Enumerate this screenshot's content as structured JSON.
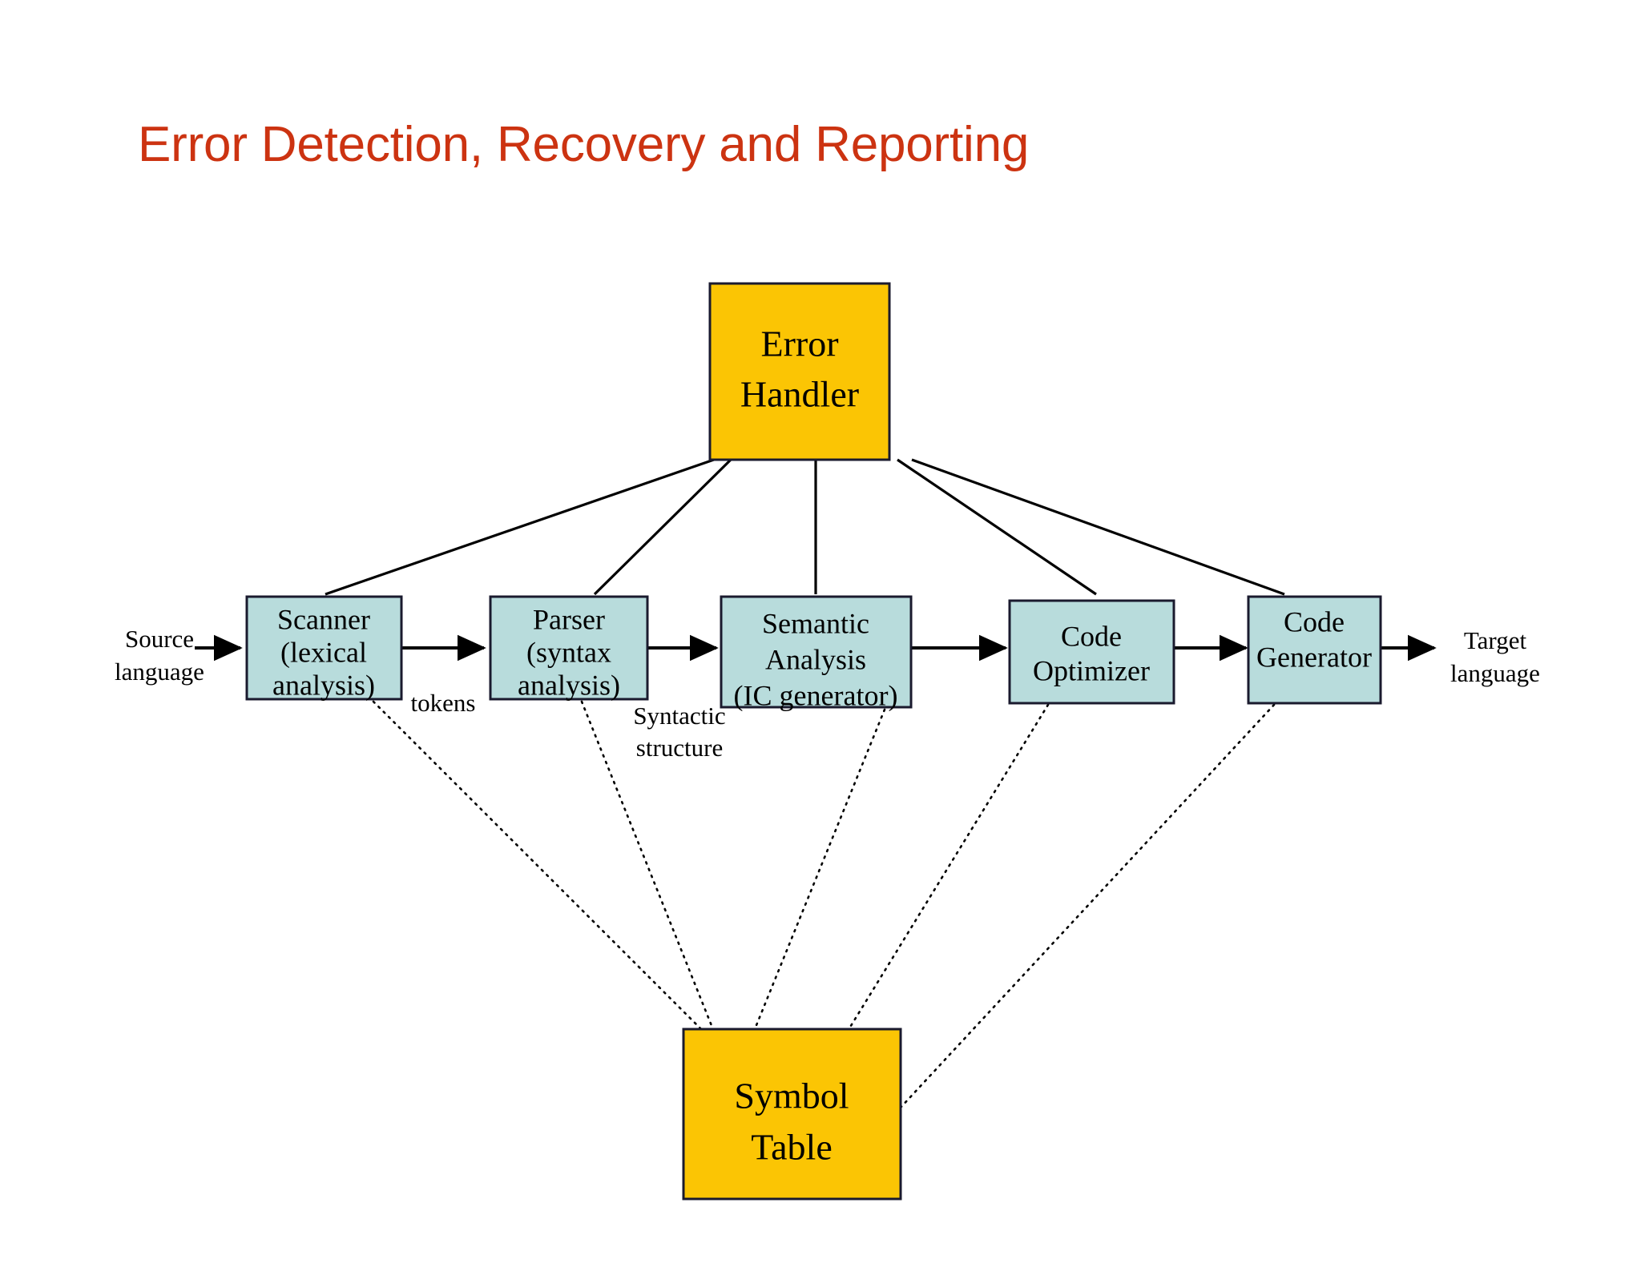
{
  "slide": {
    "title": "Error Detection, Recovery and Reporting",
    "title_color": "#cc3311",
    "background_color": "#ffffff"
  },
  "colors": {
    "stage_fill": "#b8dcdc",
    "store_fill": "#fbc504",
    "border": "#1a1a2e",
    "line": "#000000"
  },
  "diagram": {
    "type": "compiler-phases-block-diagram",
    "error_handler": {
      "name": "error-handler",
      "line1": "Error",
      "line2": "Handler",
      "fill": "#fbc504"
    },
    "symbol_table": {
      "name": "symbol-table",
      "line1": "Symbol",
      "line2": "Table",
      "fill": "#fbc504"
    },
    "stages": [
      {
        "id": "scanner",
        "line1": "Scanner",
        "line2": "(lexical",
        "line3": "analysis)"
      },
      {
        "id": "parser",
        "line1": "Parser",
        "line2": "(syntax",
        "line3": "analysis)"
      },
      {
        "id": "semantic",
        "line1": "Semantic",
        "line2": "Analysis",
        "line3": "(IC generator)"
      },
      {
        "id": "optimizer",
        "line1": "Code",
        "line2": "Optimizer",
        "line3": ""
      },
      {
        "id": "generator",
        "line1": "Code",
        "line2": "Generator",
        "line3": ""
      }
    ],
    "io_labels": {
      "input_line1": "Source",
      "input_line2": "language",
      "output_line1": "Target",
      "output_line2": "language"
    },
    "edge_labels": {
      "tokens": "tokens",
      "syntactic_line1": "Syntactic",
      "syntactic_line2": "structure"
    }
  }
}
